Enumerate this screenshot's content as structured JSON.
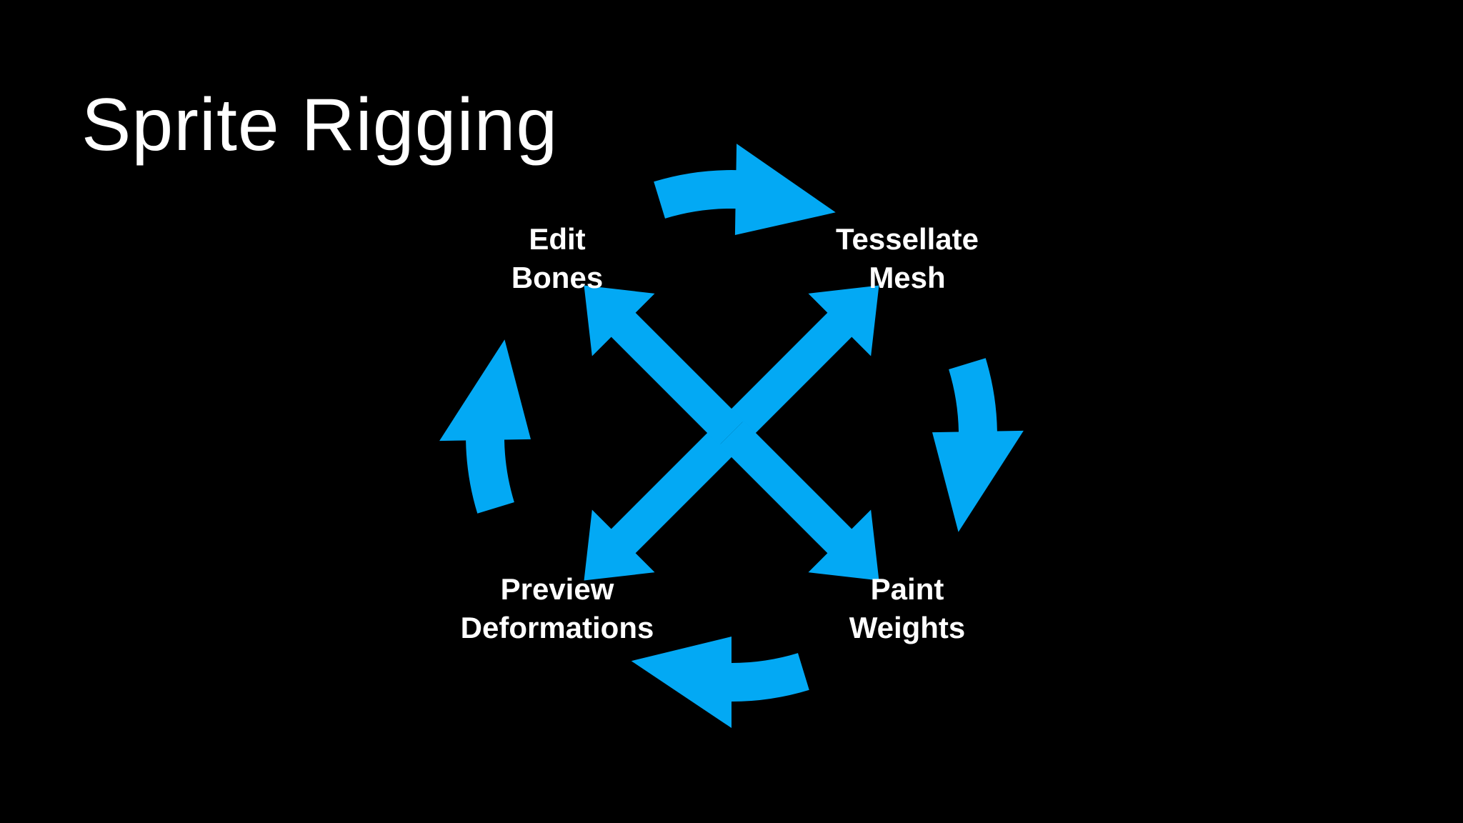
{
  "slide": {
    "title": "Sprite Rigging"
  },
  "diagram": {
    "arrow_color": "#03A9F4",
    "nodes": [
      {
        "id": "edit-bones",
        "lines": [
          "Edit",
          "Bones"
        ]
      },
      {
        "id": "tessellate-mesh",
        "lines": [
          "Tessellate",
          "Mesh"
        ]
      },
      {
        "id": "paint-weights",
        "lines": [
          "Paint",
          "Weights"
        ]
      },
      {
        "id": "preview-deformations",
        "lines": [
          "Preview",
          "Deformations"
        ]
      }
    ],
    "cycle_edges": [
      {
        "from": "edit-bones",
        "to": "tessellate-mesh"
      },
      {
        "from": "tessellate-mesh",
        "to": "paint-weights"
      },
      {
        "from": "paint-weights",
        "to": "preview-deformations"
      },
      {
        "from": "preview-deformations",
        "to": "edit-bones"
      }
    ],
    "center_edges": [
      {
        "between": [
          "edit-bones",
          "paint-weights"
        ],
        "type": "bidirectional"
      },
      {
        "between": [
          "tessellate-mesh",
          "preview-deformations"
        ],
        "type": "bidirectional"
      }
    ]
  }
}
